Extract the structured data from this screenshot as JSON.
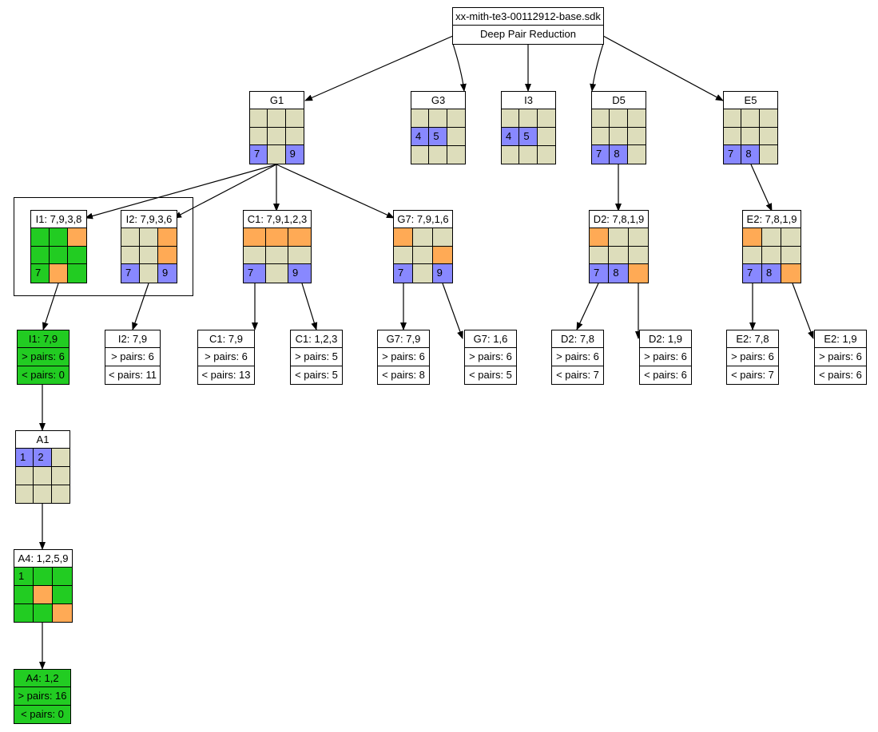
{
  "root": {
    "file": "xx-mith-te3-00112912-base.sdk",
    "subtitle": "Deep Pair Reduction"
  },
  "nodes": {
    "g1": {
      "title": "G1",
      "cells": [
        "t",
        "t",
        "t",
        "t",
        "t",
        "t",
        "b:7",
        "t",
        "b:9"
      ]
    },
    "g3": {
      "title": "G3",
      "cells": [
        "t",
        "t",
        "t",
        "b:4",
        "b:5",
        "t",
        "t",
        "t",
        "t"
      ]
    },
    "i3": {
      "title": "I3",
      "cells": [
        "t",
        "t",
        "t",
        "b:4",
        "b:5",
        "t",
        "t",
        "t",
        "t"
      ]
    },
    "d5": {
      "title": "D5",
      "cells": [
        "t",
        "t",
        "t",
        "t",
        "t",
        "t",
        "b:7",
        "b:8",
        "t"
      ]
    },
    "e5": {
      "title": "E5",
      "cells": [
        "t",
        "t",
        "t",
        "t",
        "t",
        "t",
        "b:7",
        "b:8",
        "t"
      ]
    },
    "i1g": {
      "title": "I1: 7,9,3,8",
      "cells": [
        "g",
        "g",
        "o",
        "g",
        "g",
        "g",
        "g:7",
        "o",
        "g"
      ]
    },
    "i2g": {
      "title": "I2: 7,9,3,6",
      "cells": [
        "t",
        "t",
        "o",
        "t",
        "t",
        "o",
        "b:7",
        "t",
        "b:9"
      ]
    },
    "c1g": {
      "title": "C1: 7,9,1,2,3",
      "cells": [
        "o",
        "o",
        "o",
        "t",
        "t",
        "t",
        "b:7",
        "t",
        "b:9"
      ]
    },
    "g7g": {
      "title": "G7: 7,9,1,6",
      "cells": [
        "o",
        "t",
        "t",
        "t",
        "t",
        "o",
        "b:7",
        "t",
        "b:9"
      ]
    },
    "d2g": {
      "title": "D2: 7,8,1,9",
      "cells": [
        "o",
        "t",
        "t",
        "t",
        "t",
        "t",
        "b:7",
        "b:8",
        "o"
      ]
    },
    "e2g": {
      "title": "E2: 7,8,1,9",
      "cells": [
        "o",
        "t",
        "t",
        "t",
        "t",
        "t",
        "b:7",
        "b:8",
        "o"
      ]
    },
    "a1": {
      "title": "A1",
      "cells": [
        "b:1",
        "b:2",
        "t",
        "t",
        "t",
        "t",
        "t",
        "t",
        "t"
      ]
    },
    "a4g": {
      "title": "A4: 1,2,5,9",
      "cells": [
        "g:1",
        "g",
        "g",
        "g",
        "o",
        "g",
        "g",
        "g",
        "o"
      ]
    }
  },
  "pairs": {
    "i1": {
      "title": "I1: 7,9",
      "more": "> pairs: 6",
      "less": "< pairs: 0"
    },
    "i2": {
      "title": "I2: 7,9",
      "more": "> pairs: 6",
      "less": "< pairs: 11"
    },
    "c1a": {
      "title": "C1: 7,9",
      "more": "> pairs: 6",
      "less": "< pairs: 13"
    },
    "c1b": {
      "title": "C1: 1,2,3",
      "more": "> pairs: 5",
      "less": "< pairs: 5"
    },
    "g7a": {
      "title": "G7: 7,9",
      "more": "> pairs: 6",
      "less": "< pairs: 8"
    },
    "g7b": {
      "title": "G7: 1,6",
      "more": "> pairs: 6",
      "less": "< pairs: 5"
    },
    "d2a": {
      "title": "D2: 7,8",
      "more": "> pairs: 6",
      "less": "< pairs: 7"
    },
    "d2b": {
      "title": "D2: 1,9",
      "more": "> pairs: 6",
      "less": "< pairs: 6"
    },
    "e2a": {
      "title": "E2: 7,8",
      "more": "> pairs: 6",
      "less": "< pairs: 7"
    },
    "e2b": {
      "title": "E2: 1,9",
      "more": "> pairs: 6",
      "less": "< pairs: 6"
    },
    "a4": {
      "title": "A4: 1,2",
      "more": "> pairs: 16",
      "less": "< pairs: 0"
    }
  },
  "colors": {
    "tan": "#ddddbb",
    "blue": "#8888ff",
    "orange": "#ffaa55",
    "green": "#22cc22"
  }
}
